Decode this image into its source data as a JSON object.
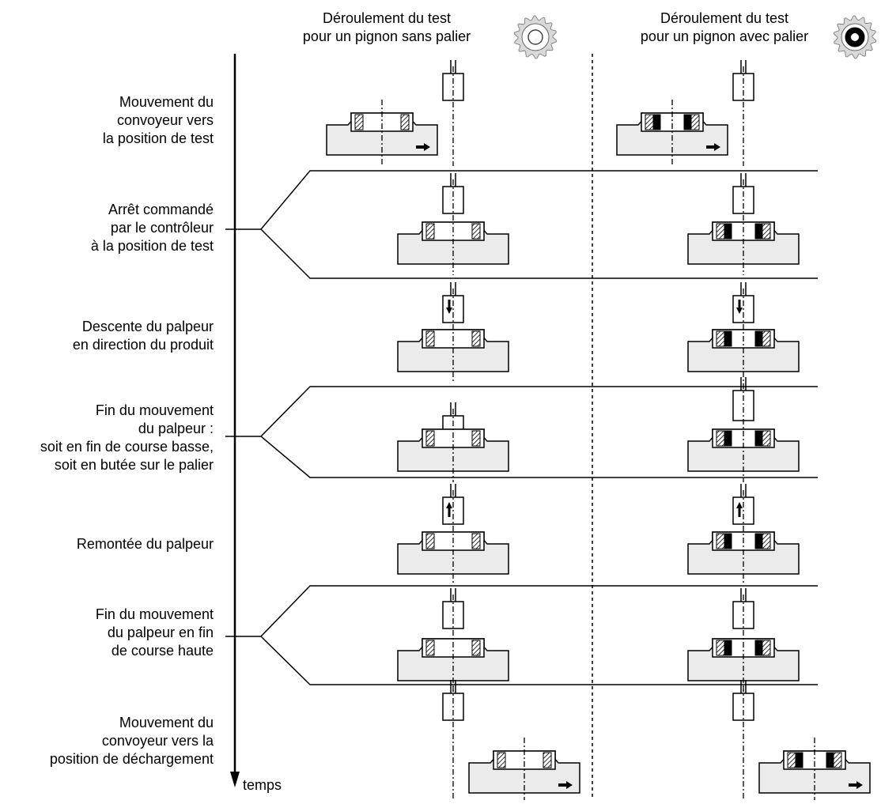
{
  "columns": [
    {
      "title_lines": [
        "Déroulement du test",
        "pour un pignon sans palier"
      ],
      "gear_icon": "gear-hollow-icon",
      "bearing": false
    },
    {
      "title_lines": [
        "Déroulement du test",
        "pour un pignon avec palier"
      ],
      "gear_icon": "gear-bearing-icon",
      "bearing": true
    }
  ],
  "time_axis_label": "temps",
  "steps": [
    {
      "lines": [
        "Mouvement du",
        "convoyeur vers",
        "la position de test"
      ],
      "state": "arrive",
      "probe_arrow": "none"
    },
    {
      "lines": [
        "Arrêt commandé",
        "par le contrôleur",
        "à la position de test"
      ],
      "state": "stop",
      "probe_arrow": "none"
    },
    {
      "lines": [
        "Descente du palpeur",
        "en direction du produit"
      ],
      "state": "descend",
      "probe_arrow": "down"
    },
    {
      "lines": [
        "Fin du mouvement",
        "du palpeur :",
        "soit en fin de course basse,",
        "soit en butée sur le palier"
      ],
      "state": "endstop",
      "probe_arrow": "none"
    },
    {
      "lines": [
        "Remontée du palpeur"
      ],
      "state": "ascend",
      "probe_arrow": "up"
    },
    {
      "lines": [
        "Fin du mouvement",
        "du palpeur en fin",
        "de course haute"
      ],
      "state": "top",
      "probe_arrow": "none"
    },
    {
      "lines": [
        "Mouvement du",
        "convoyeur vers la",
        "position de déchargement"
      ],
      "state": "leave",
      "probe_arrow": "none"
    }
  ],
  "colors": {
    "ink": "#000000",
    "panel_fill": "#ebebeb",
    "bearing_fill": "#000000",
    "hatch": "#000000"
  }
}
